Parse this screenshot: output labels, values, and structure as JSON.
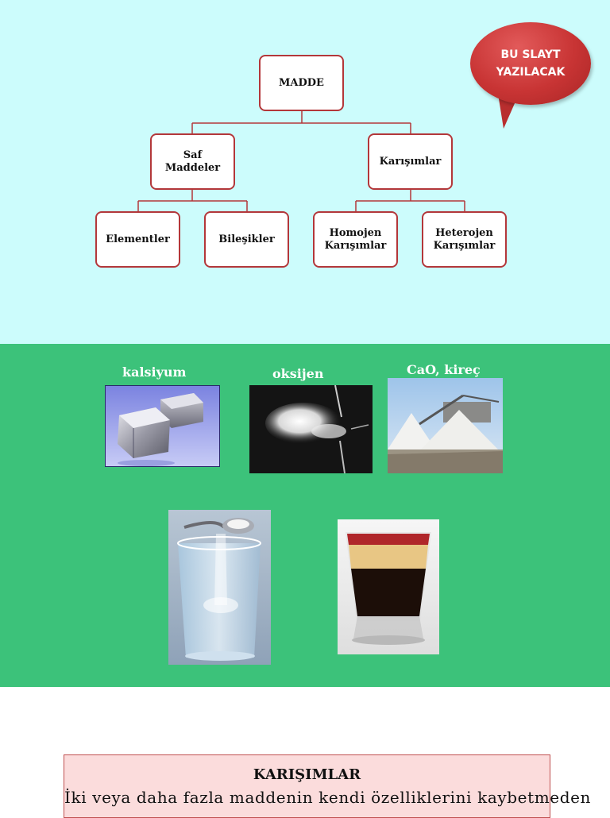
{
  "diagram": {
    "root": "MADDE",
    "level1": [
      "Saf\nMaddeler",
      "Karışımlar"
    ],
    "level2": [
      "Elementler",
      "Bileşikler",
      "Homojen\nKarışımlar",
      "Heterojen\nKarışımlar"
    ]
  },
  "note_bubble": "BU SLAYT\nYAZILACAK",
  "examples": {
    "kalsiyum": "kalsiyum",
    "oksijen": "oksijen",
    "kirec": "CaO, kireç"
  },
  "definition": {
    "title": "KARIŞIMLAR",
    "text": "İki veya daha fazla maddenin kendi özelliklerini kaybetmeden"
  },
  "colors": {
    "slide1_bg": "#ccfcfc",
    "slide2_bg": "#3cc27a",
    "node_border": "#b3373a",
    "bubble": "#c83434",
    "definition_bg": "#fbdcdc"
  }
}
